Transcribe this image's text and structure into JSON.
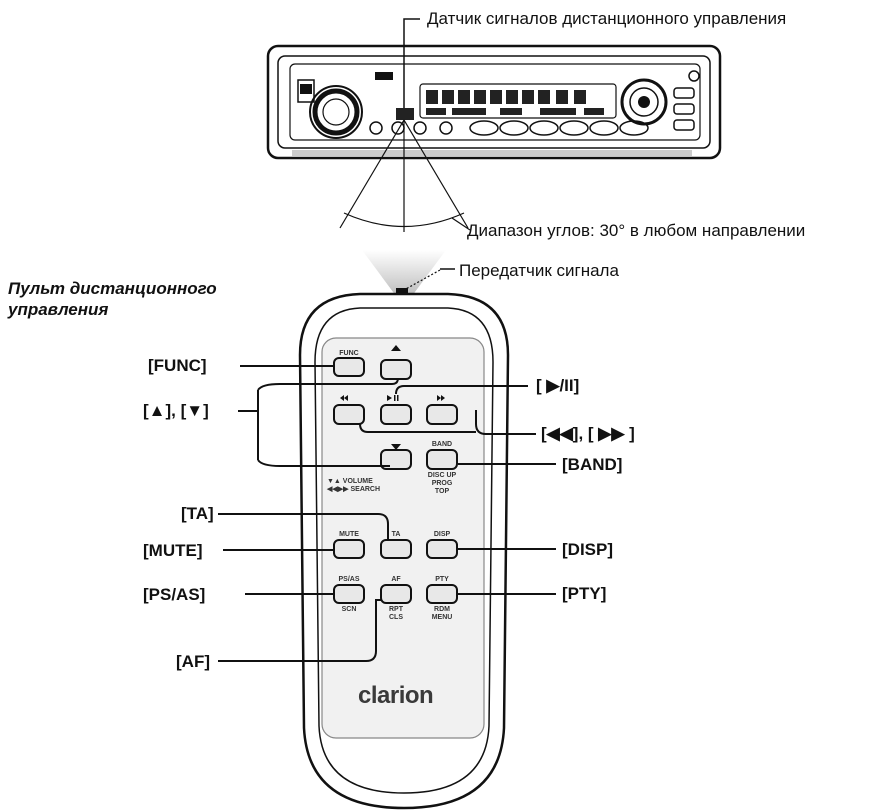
{
  "annotations": {
    "sensor": "Датчик сигналов дистанционного управления",
    "angle_range": "Диапазон углов: 30° в любом направлении",
    "transmitter": "Передатчик сигнала"
  },
  "remote_title": "Пульт дистанционного управления",
  "callouts": {
    "func": "[FUNC]",
    "up_down": "[▲], [▼]",
    "play_pause": "[ ▶/II]",
    "prev_next": "[◀◀], [ ▶▶ ]",
    "band": "[BAND]",
    "ta": "[TA]",
    "mute": "[MUTE]",
    "disp": "[DISP]",
    "ps_as": "[PS/AS]",
    "pty": "[PTY]",
    "af": "[AF]"
  },
  "remote_keys": {
    "func": "FUNC",
    "band": "BAND",
    "band_sub": "DISC UP\nPROG\nTOP",
    "ta_volume": "▼▲ VOLUME\n◀◀▶▶ SEARCH",
    "mute": "MUTE",
    "ta": "TA",
    "disp": "DISP",
    "ps_as": "PS/AS",
    "ps_as_sub": "SCN",
    "af": "AF",
    "af_sub": "RPT\nCLS",
    "pty": "PTY",
    "pty_sub": "RDM\nMENU"
  },
  "brand": "clarion",
  "colors": {
    "line": "#111111",
    "button": "#e8e8e8",
    "remote_panel": "#f1f1f1"
  }
}
